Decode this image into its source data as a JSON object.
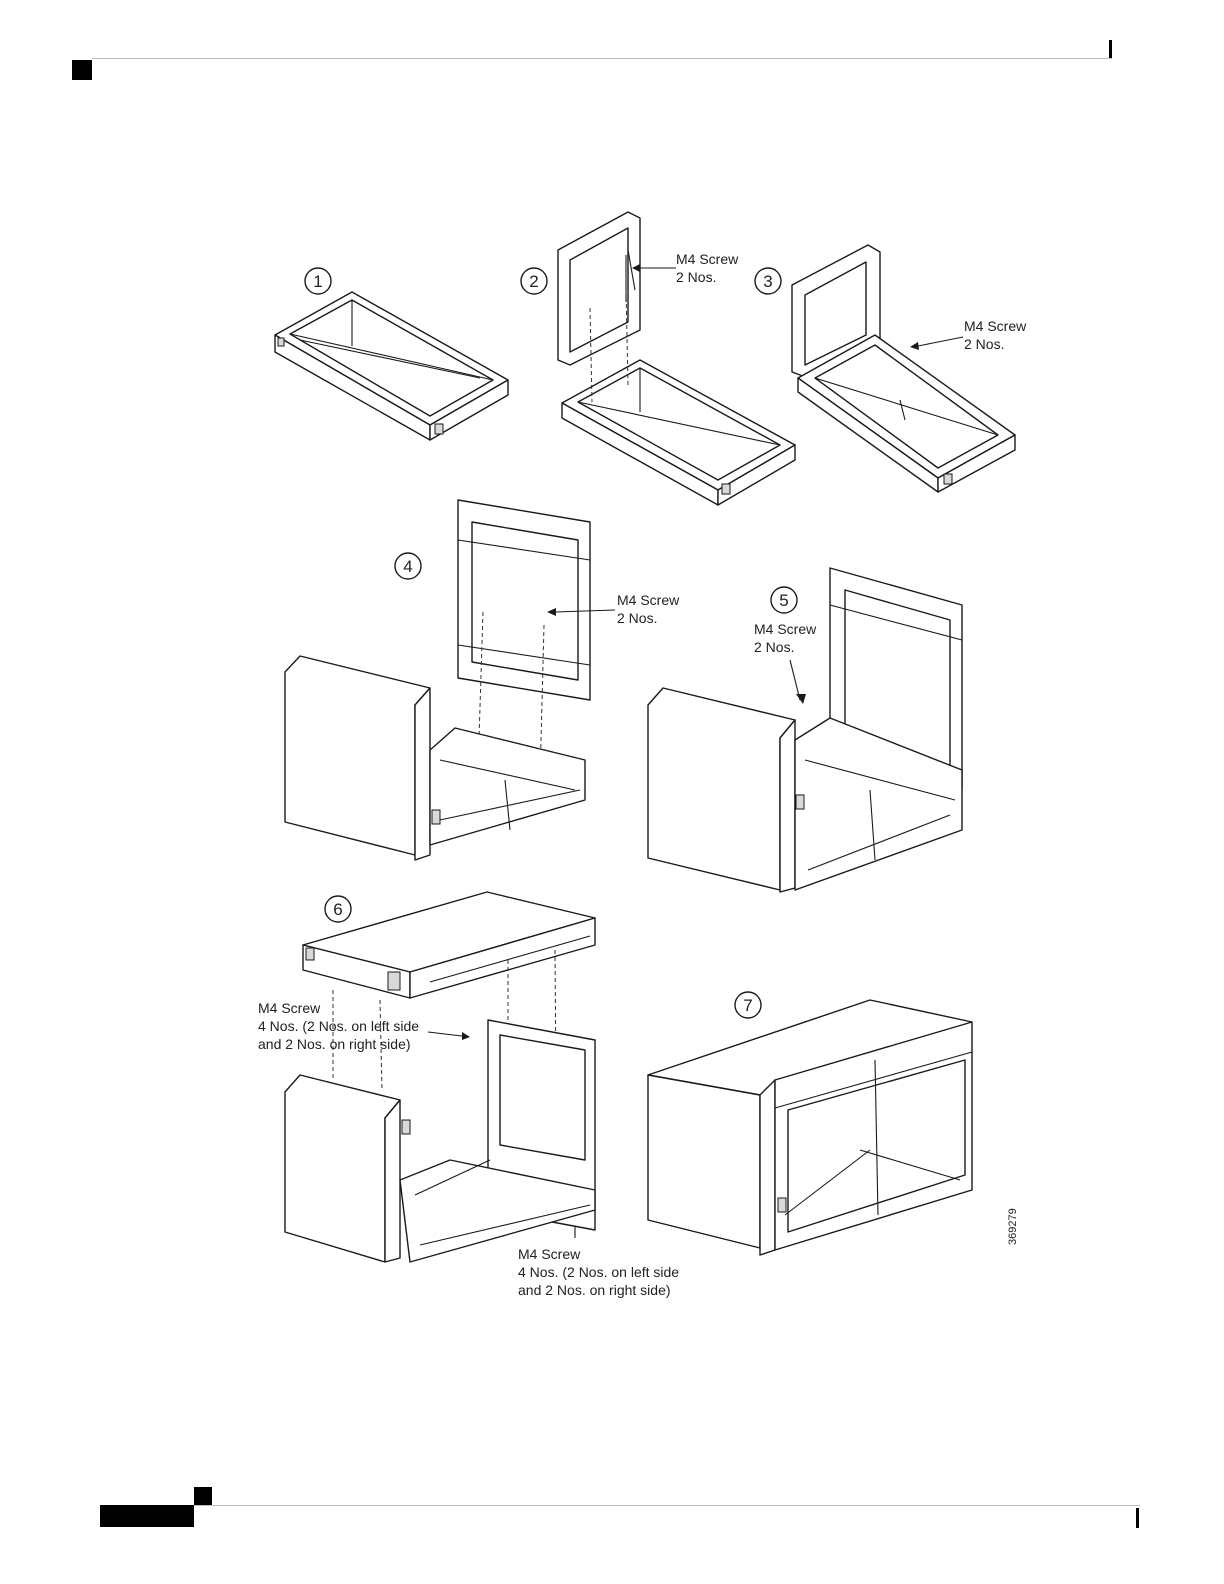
{
  "steps": [
    "1",
    "2",
    "3",
    "4",
    "5",
    "6",
    "7"
  ],
  "annotations": {
    "step2_line1": "M4 Screw",
    "step2_line2": "2 Nos.",
    "step3_line1": "M4 Screw",
    "step3_line2": "2 Nos.",
    "step4_line1": "M4 Screw",
    "step4_line2": "2 Nos.",
    "step5_line1": "M4 Screw",
    "step5_line2": "2 Nos.",
    "step6_top_line1": "M4 Screw",
    "step6_top_line2": "4 Nos. (2 Nos. on left side",
    "step6_top_line3": "and 2 Nos. on right side)",
    "step6_bottom_line1": "M4 Screw",
    "step6_bottom_line2": "4 Nos. (2 Nos. on left side",
    "step6_bottom_line3": "and 2 Nos. on right side)"
  },
  "figure_id": "369279"
}
